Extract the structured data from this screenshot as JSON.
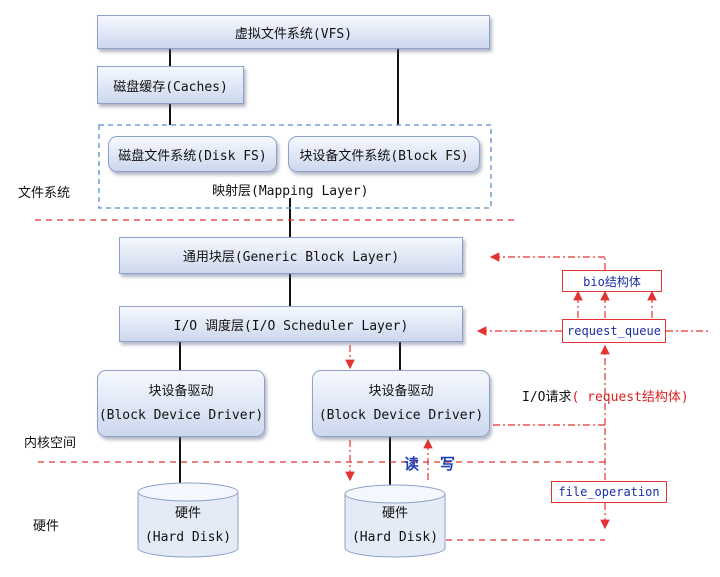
{
  "layers": {
    "vfs": "虚拟文件系统(VFS)",
    "caches": "磁盘缓存(Caches)",
    "disk_fs": "磁盘文件系统(Disk FS)",
    "block_fs": "块设备文件系统(Block FS)",
    "mapping": "映射层(Mapping Layer)",
    "generic_block": "通用块层(Generic Block Layer)",
    "scheduler": "I/O 调度层(I/O Scheduler Layer)"
  },
  "drivers": [
    {
      "title": "块设备驱动",
      "subtitle": "(Block Device Driver)"
    },
    {
      "title": "块设备驱动",
      "subtitle": "(Block Device Driver)"
    }
  ],
  "disks": [
    {
      "title": "硬件",
      "subtitle": "(Hard Disk)"
    },
    {
      "title": "硬件",
      "subtitle": "(Hard Disk)"
    }
  ],
  "side_labels": {
    "filesystem": "文件系统",
    "kernel_space": "内核空间",
    "hardware": "硬件"
  },
  "right_panel": {
    "bio": "bio结构体",
    "request_queue": "request_queue",
    "io_request_prefix": "I/O请求",
    "io_request_detail": "( request结构体)",
    "file_operation": "file_operation"
  },
  "io_labels": {
    "read": "读",
    "write": "写"
  },
  "colors": {
    "red_line": "#e43333",
    "box_border": "#8ea1c8",
    "dashed_blue": "#5b8bd0",
    "accent_blue": "#1e3fb5"
  }
}
